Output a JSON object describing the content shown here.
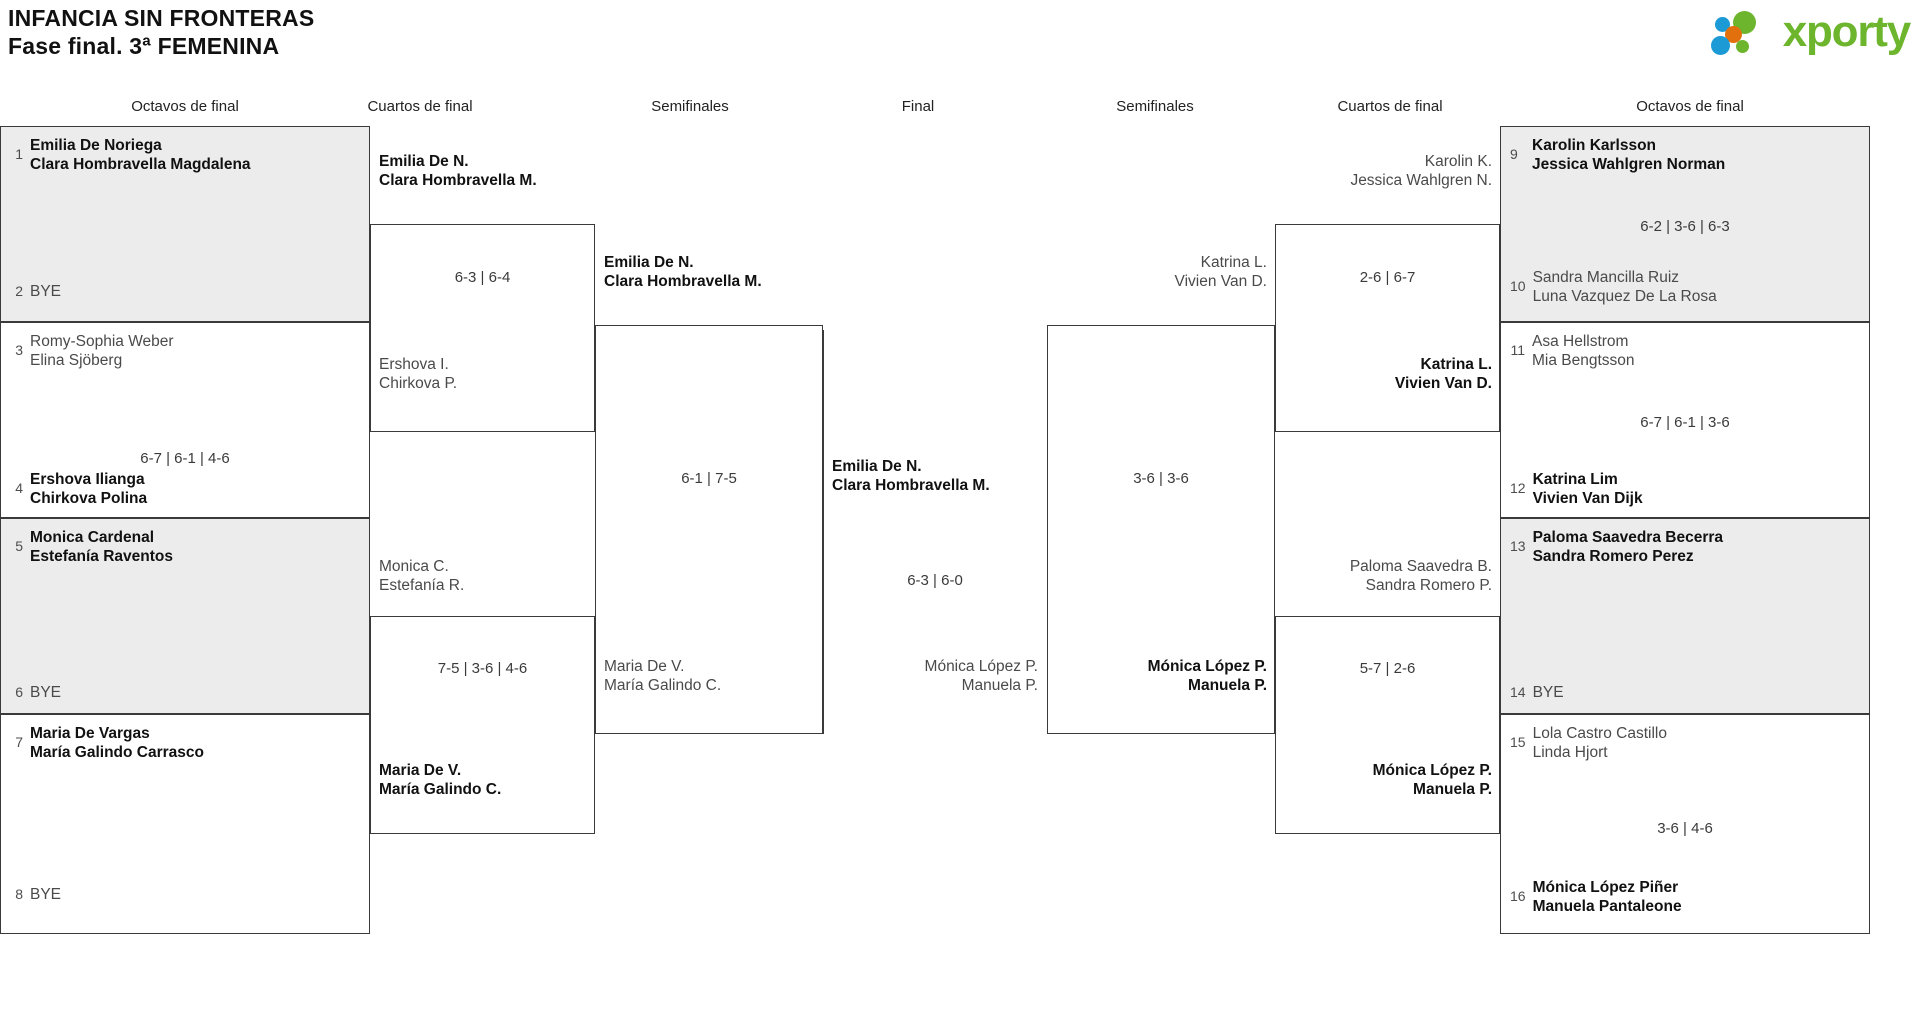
{
  "header": {
    "title_line1": "INFANCIA SIN FRONTERAS",
    "title_line2": "Fase final. 3ª FEMENINA",
    "logo_word": "xporty",
    "logo_colors": {
      "green": "#6cb52d",
      "blue": "#1b9ad6",
      "orange": "#e2700c"
    }
  },
  "rounds": {
    "left_r16": "Octavos de final",
    "left_qf": "Cuartos de final",
    "left_sf": "Semifinales",
    "final": "Final",
    "right_sf": "Semifinales",
    "right_qf": "Cuartos de final",
    "right_r16": "Octavos de final"
  },
  "bracket": {
    "left_r16": [
      {
        "seed": "1",
        "line1": "Emilia De Noriega",
        "line2": "Clara Hombravella Magdalena",
        "status": "win"
      },
      {
        "seed": "2",
        "line1": "BYE",
        "line2": "",
        "status": "bye"
      },
      {
        "seed": "3",
        "line1": "Romy-Sophia Weber",
        "line2": "Elina Sjöberg",
        "status": "lose"
      },
      {
        "seed": "4",
        "line1": "Ershova Ilianga",
        "line2": "Chirkova Polina",
        "status": "win"
      },
      {
        "seed": "5",
        "line1": "Monica Cardenal",
        "line2": "Estefanía Raventos",
        "status": "win"
      },
      {
        "seed": "6",
        "line1": "BYE",
        "line2": "",
        "status": "bye"
      },
      {
        "seed": "7",
        "line1": "Maria De Vargas",
        "line2": "María Galindo Carrasco",
        "status": "win"
      },
      {
        "seed": "8",
        "line1": "BYE",
        "line2": "",
        "status": "bye"
      }
    ],
    "left_r16_scores": [
      "",
      "6-7 | 6-1 | 4-6",
      "",
      ""
    ],
    "left_qf": [
      {
        "line1": "Emilia De N.",
        "line2": "Clara Hombravella M.",
        "status": "win"
      },
      {
        "line1": "Ershova I.",
        "line2": "Chirkova P.",
        "status": "lose"
      },
      {
        "line1": "Monica C.",
        "line2": "Estefanía R.",
        "status": "lose"
      },
      {
        "line1": "Maria De V.",
        "line2": "María Galindo C.",
        "status": "win"
      }
    ],
    "left_qf_scores": [
      "6-3 | 6-4",
      "7-5 | 3-6 | 4-6"
    ],
    "left_sf": [
      {
        "line1": "Emilia De N.",
        "line2": "Clara Hombravella M.",
        "status": "win"
      },
      {
        "line1": "Maria De V.",
        "line2": "María Galindo C.",
        "status": "lose"
      }
    ],
    "left_sf_scores": [
      "6-1 | 7-5"
    ],
    "final": [
      {
        "line1": "Emilia De N.",
        "line2": "Clara Hombravella M.",
        "status": "win"
      },
      {
        "line1": "Mónica López P.",
        "line2": "Manuela P.",
        "status": "lose"
      }
    ],
    "final_scores": [
      "6-3 | 6-0"
    ],
    "right_sf": [
      {
        "line1": "Katrina L.",
        "line2": "Vivien Van D.",
        "status": "lose"
      },
      {
        "line1": "Mónica López P.",
        "line2": "Manuela P.",
        "status": "win"
      }
    ],
    "right_sf_scores": [
      "3-6 | 3-6"
    ],
    "right_qf": [
      {
        "line1": "Karolin K.",
        "line2": "Jessica Wahlgren N.",
        "status": "lose"
      },
      {
        "line1": "Katrina L.",
        "line2": "Vivien Van D.",
        "status": "win"
      },
      {
        "line1": "Paloma Saavedra B.",
        "line2": "Sandra Romero P.",
        "status": "lose"
      },
      {
        "line1": "Mónica López P.",
        "line2": "Manuela P.",
        "status": "win"
      }
    ],
    "right_qf_scores": [
      "2-6 | 6-7",
      "5-7 | 2-6"
    ],
    "right_r16": [
      {
        "seed": "9",
        "line1": "Karolin Karlsson",
        "line2": "Jessica Wahlgren Norman",
        "status": "win"
      },
      {
        "seed": "10",
        "line1": "Sandra Mancilla Ruiz",
        "line2": "Luna Vazquez De La Rosa",
        "status": "lose"
      },
      {
        "seed": "11",
        "line1": "Asa Hellstrom",
        "line2": "Mia Bengtsson",
        "status": "lose"
      },
      {
        "seed": "12",
        "line1": "Katrina Lim",
        "line2": "Vivien Van Dijk",
        "status": "win"
      },
      {
        "seed": "13",
        "line1": "Paloma Saavedra Becerra",
        "line2": "Sandra Romero Perez",
        "status": "win"
      },
      {
        "seed": "14",
        "line1": "BYE",
        "line2": "",
        "status": "bye"
      },
      {
        "seed": "15",
        "line1": "Lola Castro Castillo",
        "line2": "Linda Hjort",
        "status": "lose"
      },
      {
        "seed": "16",
        "line1": "Mónica López Piñer",
        "line2": "Manuela Pantaleone",
        "status": "win"
      }
    ],
    "right_r16_scores": [
      "6-2 | 3-6 | 6-3",
      "6-7 | 6-1 | 3-6",
      "",
      "3-6 | 4-6"
    ]
  }
}
